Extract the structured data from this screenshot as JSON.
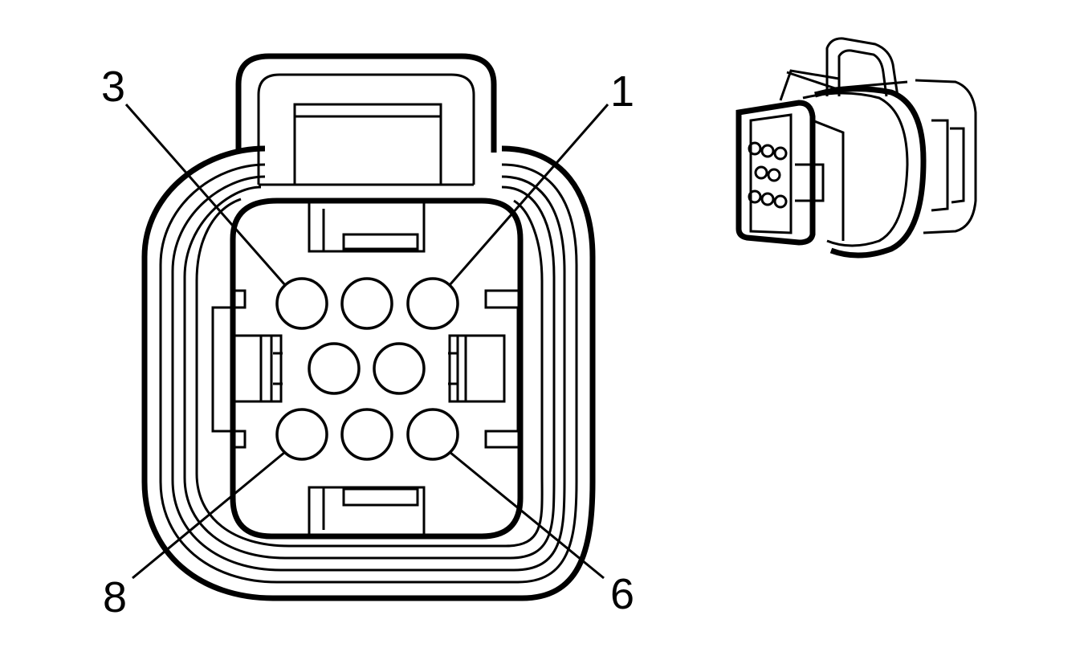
{
  "diagram": {
    "stroke_color": "#000000",
    "background_color": "#ffffff",
    "pin_labels": {
      "pin_3": "3",
      "pin_1": "1",
      "pin_8": "8",
      "pin_6": "6"
    },
    "cavity_count": 8
  }
}
